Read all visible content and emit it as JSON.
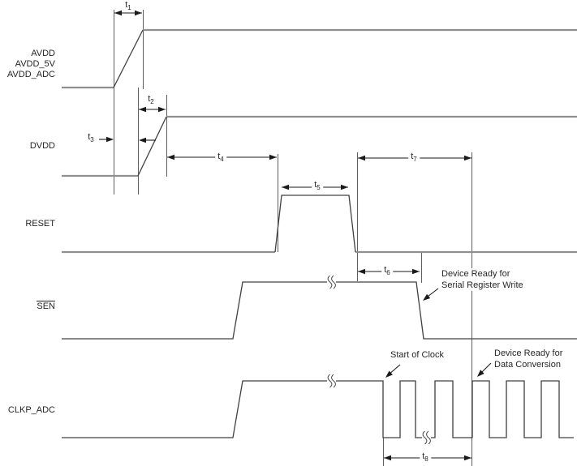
{
  "signals": {
    "avdd_group": {
      "lines": [
        "AVDD",
        "AVDD_5V",
        "AVDD_ADC"
      ]
    },
    "dvdd": "DVDD",
    "reset": "RESET",
    "sen": "SEN",
    "clkp_adc": "CLKP_ADC"
  },
  "timing": {
    "t1": {
      "base": "t",
      "sub": "1"
    },
    "t2": {
      "base": "t",
      "sub": "2"
    },
    "t3": {
      "base": "t",
      "sub": "3"
    },
    "t4": {
      "base": "t",
      "sub": "4"
    },
    "t5": {
      "base": "t",
      "sub": "5"
    },
    "t6": {
      "base": "t",
      "sub": "6"
    },
    "t7": {
      "base": "t",
      "sub": "7"
    },
    "t8": {
      "base": "t",
      "sub": "8"
    }
  },
  "annotations": {
    "device_ready_serial": {
      "line1": "Device Ready for",
      "line2": "Serial Register Write"
    },
    "start_of_clock": "Start of Clock",
    "device_ready_conversion": {
      "line1": "Device Ready for",
      "line2": "Data Conversion"
    }
  },
  "colors": {
    "rail_gray": "#8f8f8f",
    "signal_dark": "#404040",
    "dimension_black": "#1a1a1a",
    "text": "#262626",
    "background": "#ffffff"
  }
}
